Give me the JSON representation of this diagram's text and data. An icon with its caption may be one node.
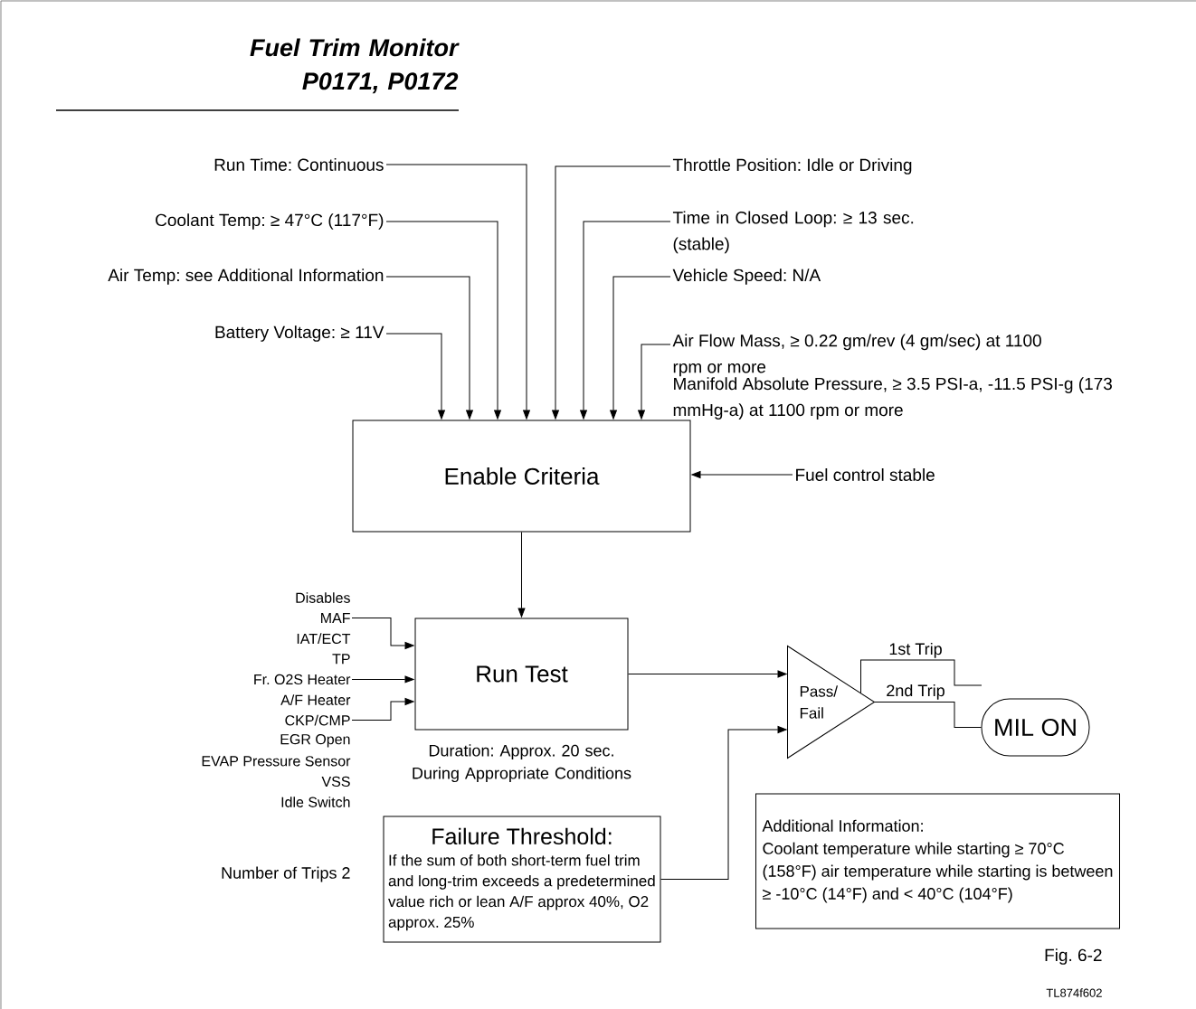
{
  "diagram": {
    "title": "Fuel Trim Monitor P0171, P0172",
    "nodes": [
      {
        "text": [
          "Run Time: Continuous"
        ]
      },
      {
        "text": [
          "Coolant Temp: ≥ 47°C (117°F)"
        ]
      },
      {
        "text": [
          "Air Temp: see Additional Information"
        ]
      },
      {
        "text": [
          "Battery Voltage: ≥ 11V"
        ]
      },
      {
        "text": [
          "Throttle Position: Idle or Driving"
        ]
      },
      {
        "text": [
          "Time in Closed Loop: ≥ 13 sec. (stable)"
        ]
      },
      {
        "text": [
          "Vehicle Speed: N/A"
        ]
      },
      {
        "text": [
          "Air Flow Mass, ≥ 0.22 gm/rev (4 gm/sec) at 1100 rpm or more",
          "Manifold Absolute Pressure, ≥ 3.5 PSI-a, -11.5 PSI-g (173 mmHg-a) at 1100 rpm or more"
        ]
      },
      {
        "text": [
          "Enable Criteria"
        ]
      },
      {
        "text": [
          "Fuel control stable"
        ]
      },
      {
        "text": [
          "Run Test"
        ],
        "beside": [
          "Duration: Approx. 20 sec. During Appropriate Conditions"
        ]
      },
      {
        "text": [
          "MAF"
        ]
      },
      {
        "text": [
          "IAT/ECT"
        ]
      },
      {
        "text": [
          "TP"
        ]
      },
      {
        "text": [
          "Fr. O2S Heater"
        ]
      },
      {
        "text": [
          "A/F Heater"
        ]
      },
      {
        "text": [
          "CKP/CMP"
        ]
      },
      {
        "text": [
          "EGR Open"
        ]
      },
      {
        "text": [
          "EVAP Pressure Sensor"
        ]
      },
      {
        "text": [
          "VSS"
        ]
      },
      {
        "text": [
          "Idle Switch"
        ]
      },
      {
        "text": [
          "Pass/ Fail"
        ]
      },
      {
        "text": [
          "MIL ON"
        ]
      },
      {
        "text": [
          "Failure Threshold:",
          "If the sum of both short-term fuel trim and long-trim exceeds a predetermined value rich or lean A/F approx 40%, O2 approx. 25%"
        ]
      },
      {
        "text": [
          "Additional Information:",
          "Coolant temperature while starting ≥ 70°C (158°F) air temperature while starting is between ≥ -10°C (14°F) and < 40°C (104°F)"
        ]
      }
    ],
    "edges": [
      {
        "from": 0,
        "to": 8,
        "arrow": "to"
      },
      {
        "from": 1,
        "to": 8,
        "arrow": "to"
      },
      {
        "from": 2,
        "to": 8,
        "arrow": "to"
      },
      {
        "from": 3,
        "to": 8,
        "arrow": "to"
      },
      {
        "from": 4,
        "to": 8,
        "arrow": "to"
      },
      {
        "from": 5,
        "to": 8,
        "arrow": "to"
      },
      {
        "from": 6,
        "to": 8,
        "arrow": "to"
      },
      {
        "from": 7,
        "to": 8,
        "arrow": "to"
      },
      {
        "from": 9,
        "to": 8,
        "arrow": "to"
      },
      {
        "from": 8,
        "to": 10,
        "arrow": "to"
      },
      {
        "from": 11,
        "to": 10,
        "arrow": "to"
      },
      {
        "from": 14,
        "to": 10,
        "arrow": "to"
      },
      {
        "from": 16,
        "to": 10,
        "arrow": "to"
      },
      {
        "from": 10,
        "to": 21,
        "arrow": "to"
      },
      {
        "from": 23,
        "to": 21,
        "arrow": "to"
      },
      {
        "from": 21,
        "to": null,
        "arrow": "none",
        "label": "1st Trip"
      },
      {
        "from": 21,
        "to": 22,
        "arrow": "none",
        "label": "2nd Trip"
      }
    ],
    "labels": [
      "Disables",
      "Number of Trips 2",
      "Fig. 6-2",
      "TL874f602"
    ]
  }
}
